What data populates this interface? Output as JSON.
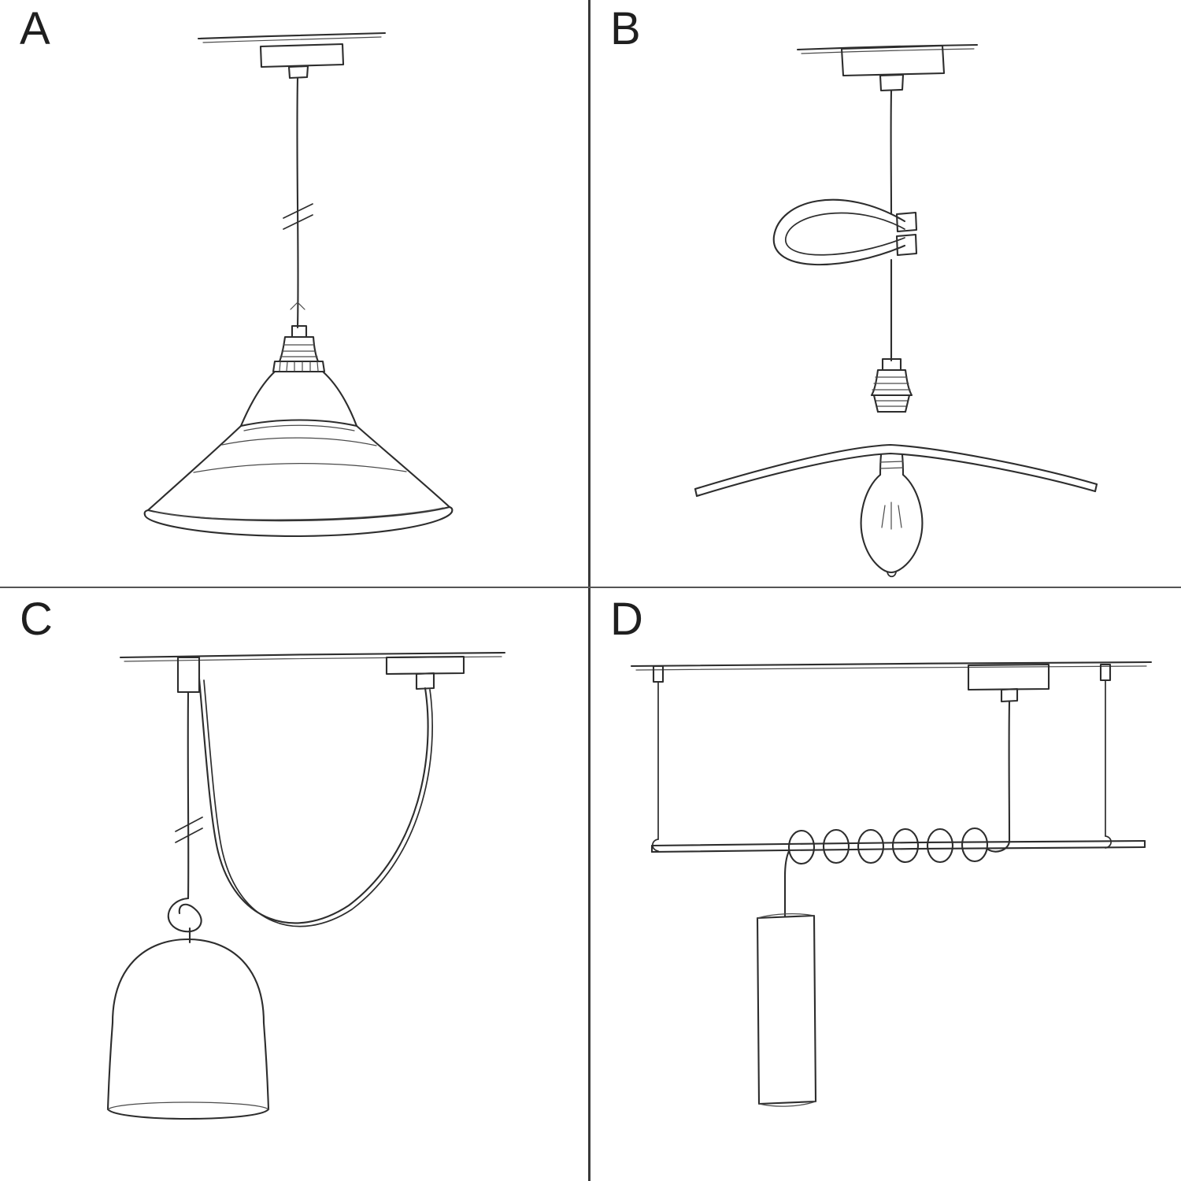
{
  "page": {
    "background_color": "#ffffff",
    "ink_color": "#2d2d2d",
    "divider_color": "#3a3a3a"
  },
  "panels": [
    {
      "label": "A",
      "sketch": "pendant-with-industrial-bowl-shade-sketch"
    },
    {
      "label": "B",
      "sketch": "pendant-with-flat-dish-shade-exposed-bulb-and-cable-clip-sketch"
    },
    {
      "label": "C",
      "sketch": "swag-pendant-with-ceiling-hook-and-bell-dome-shade-sketch"
    },
    {
      "label": "D",
      "sketch": "bar-suspension-with-coiled-cable-and-tube-pendant-sketch"
    }
  ]
}
